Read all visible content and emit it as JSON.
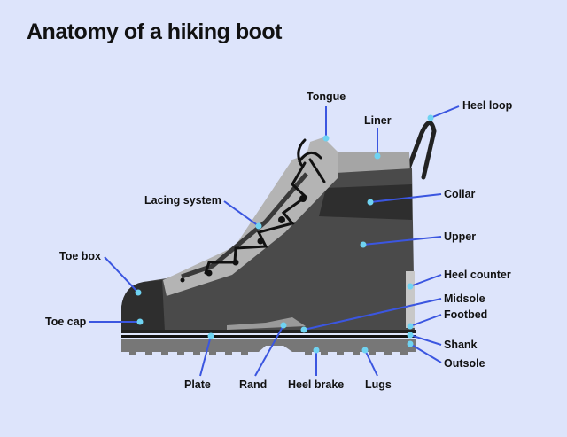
{
  "title": "Anatomy of a hiking boot",
  "colors": {
    "background": "#dde4fb",
    "leader_line": "#3b56e0",
    "leader_dot": "#6fd3f2",
    "boot_upper": "#4a4a4a",
    "boot_dark": "#2c2c2c",
    "boot_light": "#b4b4b4",
    "outsole": "#777777"
  },
  "labels": {
    "tongue": "Tongue",
    "liner": "Liner",
    "heel_loop": "Heel loop",
    "collar": "Collar",
    "lacing_system": "Lacing system",
    "upper": "Upper",
    "toe_box": "Toe box",
    "heel_counter": "Heel counter",
    "midsole": "Midsole",
    "toe_cap": "Toe cap",
    "footbed": "Footbed",
    "shank": "Shank",
    "outsole": "Outsole",
    "plate": "Plate",
    "rand": "Rand",
    "heel_brake": "Heel brake",
    "lugs": "Lugs"
  }
}
